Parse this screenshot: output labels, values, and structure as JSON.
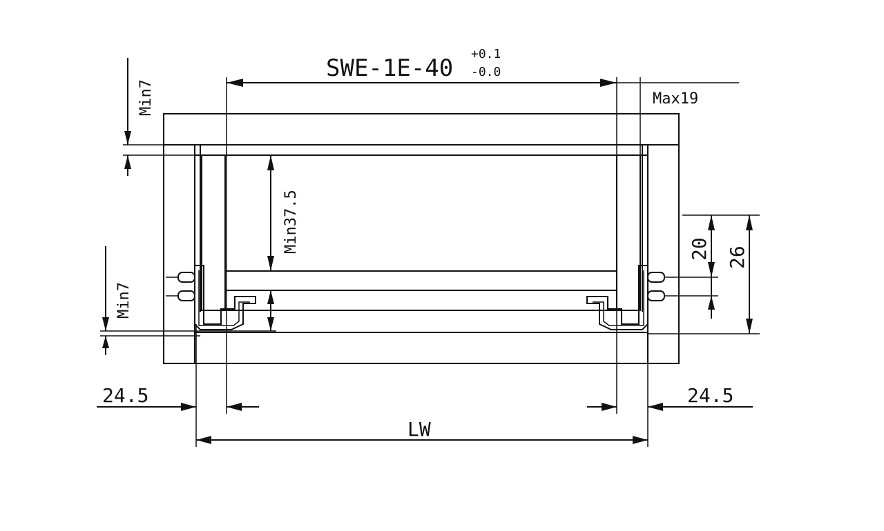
{
  "title": {
    "main": "SWE-1E-40",
    "tol_plus": "+0.1",
    "tol_minus": "-0.0"
  },
  "dimensions": {
    "max19": "Max19",
    "min7_top": "Min7",
    "min37_5": "Min37.5",
    "min7_bottom": "Min7",
    "d20": "20",
    "d26": "26",
    "left_24_5": "24.5",
    "right_24_5": "24.5",
    "lw": "LW"
  },
  "colors": {
    "line": "#111111",
    "background": "#ffffff"
  }
}
